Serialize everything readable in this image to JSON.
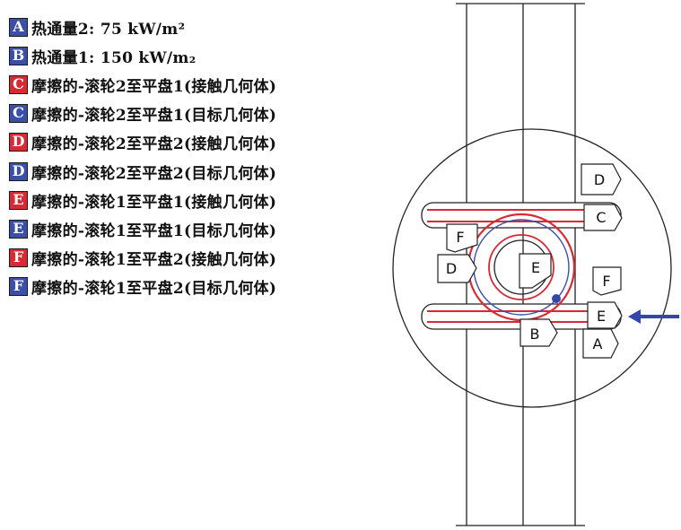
{
  "colors": {
    "blue": "#3c4fa8",
    "red": "#d62a34",
    "arrow": "#3347a8"
  },
  "legend": [
    {
      "letter": "A",
      "color": "blue",
      "text": "热通量2: 75 kW/m²"
    },
    {
      "letter": "B",
      "color": "blue",
      "text": "热通量1: 150 kW/m₂"
    },
    {
      "letter": "C",
      "color": "red",
      "text": "摩擦的-滚轮2至平盘1(接触几何体)"
    },
    {
      "letter": "C",
      "color": "blue",
      "text": "摩擦的-滚轮2至平盘1(目标几何体)"
    },
    {
      "letter": "D",
      "color": "red",
      "text": "摩擦的-滚轮2至平盘2(接触几何体)"
    },
    {
      "letter": "D",
      "color": "blue",
      "text": "摩擦的-滚轮2至平盘2(目标几何体)"
    },
    {
      "letter": "E",
      "color": "red",
      "text": "摩擦的-滚轮1至平盘1(接触几何体)"
    },
    {
      "letter": "E",
      "color": "blue",
      "text": "摩擦的-滚轮1至平盘1(目标几何体)"
    },
    {
      "letter": "F",
      "color": "red",
      "text": "摩擦的-滚轮1至平盘2(接触几何体)"
    },
    {
      "letter": "F",
      "color": "blue",
      "text": "摩擦的-滚轮1至平盘2(目标几何体)"
    }
  ],
  "callouts": {
    "d_top": "D",
    "c_right": "C",
    "f_left": "F",
    "d_left": "D",
    "e_inner": "E",
    "f_right": "F",
    "e_right": "E",
    "b_bottom": "B",
    "a_bottom": "A"
  }
}
